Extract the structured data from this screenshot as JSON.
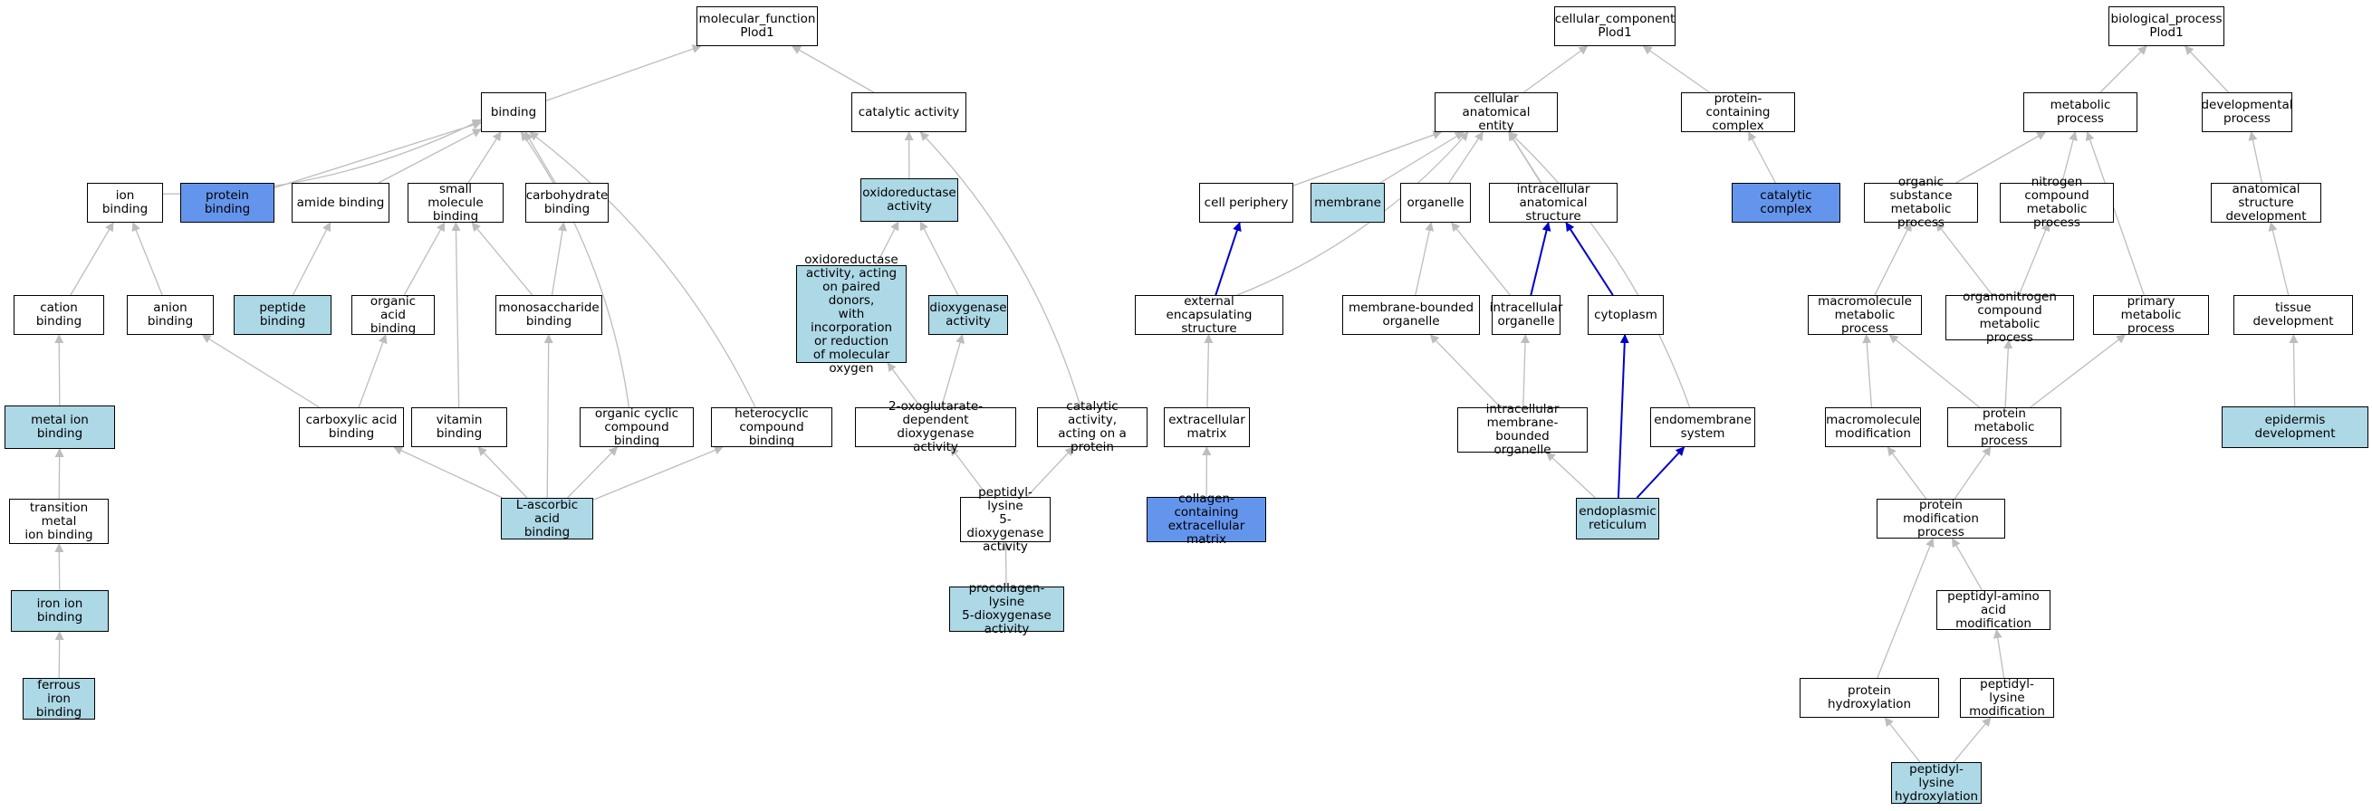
{
  "colors": {
    "edge_default": "#bdbdbd",
    "edge_highlight": "#0000cc",
    "node_plain": "#ffffff",
    "node_light": "#add8e6",
    "node_blue": "#6495ed"
  },
  "nodes": [
    {
      "id": "mf",
      "label": "molecular_function\nPlod1",
      "style": "plain"
    },
    {
      "id": "binding",
      "label": "binding",
      "style": "plain"
    },
    {
      "id": "catalytic",
      "label": "catalytic activity",
      "style": "plain"
    },
    {
      "id": "ionb",
      "label": "ion binding",
      "style": "plain"
    },
    {
      "id": "protb",
      "label": "protein binding",
      "style": "blue"
    },
    {
      "id": "amideb",
      "label": "amide binding",
      "style": "plain"
    },
    {
      "id": "smb",
      "label": "small molecule\nbinding",
      "style": "plain"
    },
    {
      "id": "carbb",
      "label": "carbohydrate\nbinding",
      "style": "plain"
    },
    {
      "id": "oxred",
      "label": "oxidoreductase\nactivity",
      "style": "light"
    },
    {
      "id": "cationb",
      "label": "cation binding",
      "style": "plain"
    },
    {
      "id": "anionb",
      "label": "anion binding",
      "style": "plain"
    },
    {
      "id": "peptb",
      "label": "peptide binding",
      "style": "light"
    },
    {
      "id": "oab",
      "label": "organic acid\nbinding",
      "style": "plain"
    },
    {
      "id": "monob",
      "label": "monosaccharide\nbinding",
      "style": "plain"
    },
    {
      "id": "oxredpd",
      "label": "oxidoreductase\nactivity, acting\non paired donors,\nwith incorporation\nor reduction\nof molecular\noxygen",
      "style": "light"
    },
    {
      "id": "dioxy",
      "label": "dioxygenase\nactivity",
      "style": "light"
    },
    {
      "id": "metalb",
      "label": "metal ion binding",
      "style": "light"
    },
    {
      "id": "cab",
      "label": "carboxylic acid\nbinding",
      "style": "plain"
    },
    {
      "id": "vitb",
      "label": "vitamin binding",
      "style": "plain"
    },
    {
      "id": "occb",
      "label": "organic cyclic\ncompound binding",
      "style": "plain"
    },
    {
      "id": "hetb",
      "label": "heterocyclic\ncompound binding",
      "style": "plain"
    },
    {
      "id": "oxoglu",
      "label": "2-oxoglutarate-dependent\ndioxygenase\nactivity",
      "style": "plain"
    },
    {
      "id": "catprot",
      "label": "catalytic activity,\nacting on a\nprotein",
      "style": "plain"
    },
    {
      "id": "tmb",
      "label": "transition metal\nion binding",
      "style": "plain"
    },
    {
      "id": "lasc",
      "label": "L-ascorbic acid\nbinding",
      "style": "light"
    },
    {
      "id": "pl5d",
      "label": "peptidyl-lysine\n5-dioxygenase\nactivity",
      "style": "plain"
    },
    {
      "id": "ironb",
      "label": "iron ion binding",
      "style": "light"
    },
    {
      "id": "procoll",
      "label": "procollagen-lysine\n5-dioxygenase\nactivity",
      "style": "light"
    },
    {
      "id": "ferrb",
      "label": "ferrous iron\nbinding",
      "style": "light"
    },
    {
      "id": "cc",
      "label": "cellular_component\nPlod1",
      "style": "plain"
    },
    {
      "id": "cae",
      "label": "cellular anatomical\nentity",
      "style": "plain"
    },
    {
      "id": "pcc",
      "label": "protein-containing\ncomplex",
      "style": "plain"
    },
    {
      "id": "cellper",
      "label": "cell periphery",
      "style": "plain"
    },
    {
      "id": "membrane",
      "label": "membrane",
      "style": "light"
    },
    {
      "id": "organelle",
      "label": "organelle",
      "style": "plain"
    },
    {
      "id": "ias",
      "label": "intracellular\nanatomical structure",
      "style": "plain"
    },
    {
      "id": "catcomp",
      "label": "catalytic complex",
      "style": "blue"
    },
    {
      "id": "extenc",
      "label": "external encapsulating\nstructure",
      "style": "plain"
    },
    {
      "id": "mbo",
      "label": "membrane-bounded\norganelle",
      "style": "plain"
    },
    {
      "id": "io",
      "label": "intracellular\norganelle",
      "style": "plain"
    },
    {
      "id": "cyto",
      "label": "cytoplasm",
      "style": "plain"
    },
    {
      "id": "ecm",
      "label": "extracellular\nmatrix",
      "style": "plain"
    },
    {
      "id": "imbo",
      "label": "intracellular\nmembrane-bounded\norganelle",
      "style": "plain"
    },
    {
      "id": "endomem",
      "label": "endomembrane\nsystem",
      "style": "plain"
    },
    {
      "id": "collecm",
      "label": "collagen-containing\nextracellular\nmatrix",
      "style": "blue"
    },
    {
      "id": "er",
      "label": "endoplasmic\nreticulum",
      "style": "light"
    },
    {
      "id": "bp",
      "label": "biological_process\nPlod1",
      "style": "plain"
    },
    {
      "id": "metproc",
      "label": "metabolic process",
      "style": "plain"
    },
    {
      "id": "devproc",
      "label": "developmental\nprocess",
      "style": "plain"
    },
    {
      "id": "osmp",
      "label": "organic substance\nmetabolic process",
      "style": "plain"
    },
    {
      "id": "ncmp",
      "label": "nitrogen compound\nmetabolic process",
      "style": "plain"
    },
    {
      "id": "asd",
      "label": "anatomical structure\ndevelopment",
      "style": "plain"
    },
    {
      "id": "macmp",
      "label": "macromolecule\nmetabolic process",
      "style": "plain"
    },
    {
      "id": "oncmp",
      "label": "organonitrogen\ncompound metabolic\nprocess",
      "style": "plain"
    },
    {
      "id": "pmp",
      "label": "primary metabolic\nprocess",
      "style": "plain"
    },
    {
      "id": "tissdev",
      "label": "tissue development",
      "style": "plain"
    },
    {
      "id": "macmod",
      "label": "macromolecule\nmodification",
      "style": "plain"
    },
    {
      "id": "protmp",
      "label": "protein metabolic\nprocess",
      "style": "plain"
    },
    {
      "id": "epidev",
      "label": "epidermis development",
      "style": "light"
    },
    {
      "id": "pmodp",
      "label": "protein modification\nprocess",
      "style": "plain"
    },
    {
      "id": "paam",
      "label": "peptidyl-amino\nacid modification",
      "style": "plain"
    },
    {
      "id": "prothyd",
      "label": "protein hydroxylation",
      "style": "plain"
    },
    {
      "id": "plmod",
      "label": "peptidyl-lysine\nmodification",
      "style": "plain"
    },
    {
      "id": "plhyd",
      "label": "peptidyl-lysine\nhydroxylation",
      "style": "light"
    }
  ],
  "edges": [
    {
      "from": "binding",
      "to": "mf"
    },
    {
      "from": "catalytic",
      "to": "mf"
    },
    {
      "from": "ionb",
      "to": "binding"
    },
    {
      "from": "protb",
      "to": "binding"
    },
    {
      "from": "amideb",
      "to": "binding"
    },
    {
      "from": "smb",
      "to": "binding"
    },
    {
      "from": "carbb",
      "to": "binding"
    },
    {
      "from": "occb",
      "to": "binding"
    },
    {
      "from": "hetb",
      "to": "binding"
    },
    {
      "from": "oxred",
      "to": "catalytic"
    },
    {
      "from": "catprot",
      "to": "catalytic"
    },
    {
      "from": "cationb",
      "to": "ionb"
    },
    {
      "from": "anionb",
      "to": "ionb"
    },
    {
      "from": "peptb",
      "to": "amideb"
    },
    {
      "from": "oab",
      "to": "smb"
    },
    {
      "from": "monob",
      "to": "smb"
    },
    {
      "from": "vitb",
      "to": "smb"
    },
    {
      "from": "monob",
      "to": "carbb"
    },
    {
      "from": "oxredpd",
      "to": "oxred"
    },
    {
      "from": "dioxy",
      "to": "oxred"
    },
    {
      "from": "metalb",
      "to": "cationb"
    },
    {
      "from": "cab",
      "to": "anionb"
    },
    {
      "from": "cab",
      "to": "oab"
    },
    {
      "from": "oxoglu",
      "to": "oxredpd"
    },
    {
      "from": "oxoglu",
      "to": "dioxy"
    },
    {
      "from": "tmb",
      "to": "metalb"
    },
    {
      "from": "lasc",
      "to": "cab"
    },
    {
      "from": "lasc",
      "to": "vitb"
    },
    {
      "from": "lasc",
      "to": "monob"
    },
    {
      "from": "lasc",
      "to": "occb"
    },
    {
      "from": "lasc",
      "to": "hetb"
    },
    {
      "from": "pl5d",
      "to": "oxoglu"
    },
    {
      "from": "pl5d",
      "to": "catprot"
    },
    {
      "from": "ironb",
      "to": "tmb"
    },
    {
      "from": "procoll",
      "to": "pl5d"
    },
    {
      "from": "ferrb",
      "to": "ironb"
    },
    {
      "from": "cae",
      "to": "cc"
    },
    {
      "from": "pcc",
      "to": "cc"
    },
    {
      "from": "catcomp",
      "to": "pcc"
    },
    {
      "from": "cellper",
      "to": "cae"
    },
    {
      "from": "membrane",
      "to": "cae"
    },
    {
      "from": "organelle",
      "to": "cae"
    },
    {
      "from": "ias",
      "to": "cae"
    },
    {
      "from": "extenc",
      "to": "cae"
    },
    {
      "from": "cyto",
      "to": "cae"
    },
    {
      "from": "endomem",
      "to": "cae"
    },
    {
      "from": "extenc",
      "to": "cellper",
      "highlight": true
    },
    {
      "from": "ecm",
      "to": "extenc"
    },
    {
      "from": "collecm",
      "to": "ecm"
    },
    {
      "from": "mbo",
      "to": "organelle"
    },
    {
      "from": "io",
      "to": "organelle"
    },
    {
      "from": "io",
      "to": "ias",
      "highlight": true
    },
    {
      "from": "cyto",
      "to": "ias",
      "highlight": true
    },
    {
      "from": "imbo",
      "to": "mbo"
    },
    {
      "from": "imbo",
      "to": "io"
    },
    {
      "from": "er",
      "to": "imbo"
    },
    {
      "from": "er",
      "to": "cyto",
      "highlight": true
    },
    {
      "from": "er",
      "to": "endomem",
      "highlight": true
    },
    {
      "from": "metproc",
      "to": "bp"
    },
    {
      "from": "devproc",
      "to": "bp"
    },
    {
      "from": "osmp",
      "to": "metproc"
    },
    {
      "from": "ncmp",
      "to": "metproc"
    },
    {
      "from": "pmp",
      "to": "metproc"
    },
    {
      "from": "asd",
      "to": "devproc"
    },
    {
      "from": "macmp",
      "to": "osmp"
    },
    {
      "from": "oncmp",
      "to": "osmp"
    },
    {
      "from": "oncmp",
      "to": "ncmp"
    },
    {
      "from": "tissdev",
      "to": "asd"
    },
    {
      "from": "macmod",
      "to": "macmp"
    },
    {
      "from": "protmp",
      "to": "macmp"
    },
    {
      "from": "protmp",
      "to": "oncmp"
    },
    {
      "from": "protmp",
      "to": "pmp"
    },
    {
      "from": "epidev",
      "to": "tissdev"
    },
    {
      "from": "pmodp",
      "to": "macmod"
    },
    {
      "from": "pmodp",
      "to": "protmp"
    },
    {
      "from": "paam",
      "to": "pmodp"
    },
    {
      "from": "prothyd",
      "to": "pmodp"
    },
    {
      "from": "plmod",
      "to": "paam"
    },
    {
      "from": "plhyd",
      "to": "prothyd"
    },
    {
      "from": "plhyd",
      "to": "plmod"
    }
  ]
}
